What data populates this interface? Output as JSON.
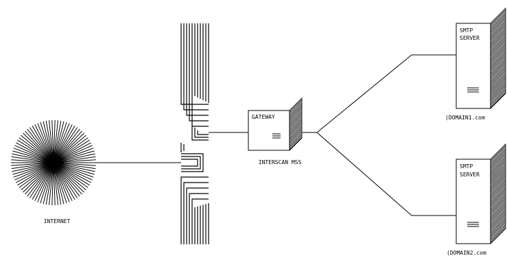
{
  "internet": {
    "label": "INTERNET"
  },
  "gateway": {
    "box_label": "GATEWAY",
    "caption": "INTERSCAN MSS"
  },
  "servers": [
    {
      "line1": "SMTP",
      "line2": "SERVER",
      "caption": "(DOMAIN1.com"
    },
    {
      "line1": "SMTP",
      "line2": "SERVER",
      "caption": "(DOMAIN2.com"
    }
  ],
  "colors": {
    "ink": "#000000",
    "paper": "#ffffff"
  }
}
